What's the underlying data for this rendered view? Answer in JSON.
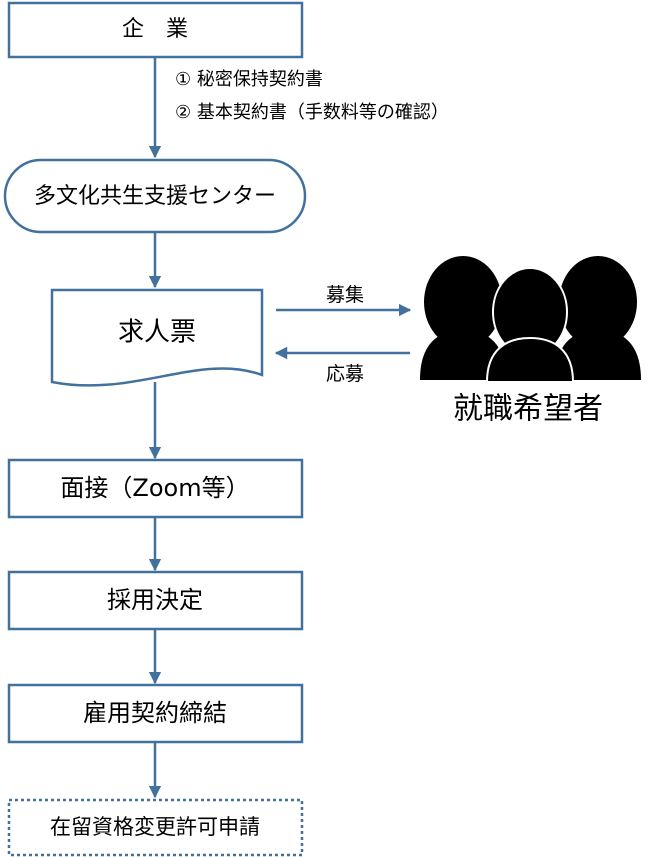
{
  "nodes": {
    "company": "企　業",
    "center": "多文化共生支援センター",
    "job_ticket": "求人票",
    "interview": "面接（Zoom等）",
    "hiring": "採用決定",
    "contract": "雇用契約締結",
    "visa": "在留資格変更許可申請"
  },
  "notes": {
    "nda": "① 秘密保持契約書",
    "basic_contract": "② 基本契約書（手数料等の確認）"
  },
  "flows": {
    "recruit": "募集",
    "apply": "応募"
  },
  "job_seekers": {
    "label": "就職希望者",
    "icon": "people-silhouette-icon"
  },
  "colors": {
    "stroke": "#41719c",
    "arrow": "#41719c",
    "silhouette": "#000000",
    "text": "#000000"
  }
}
